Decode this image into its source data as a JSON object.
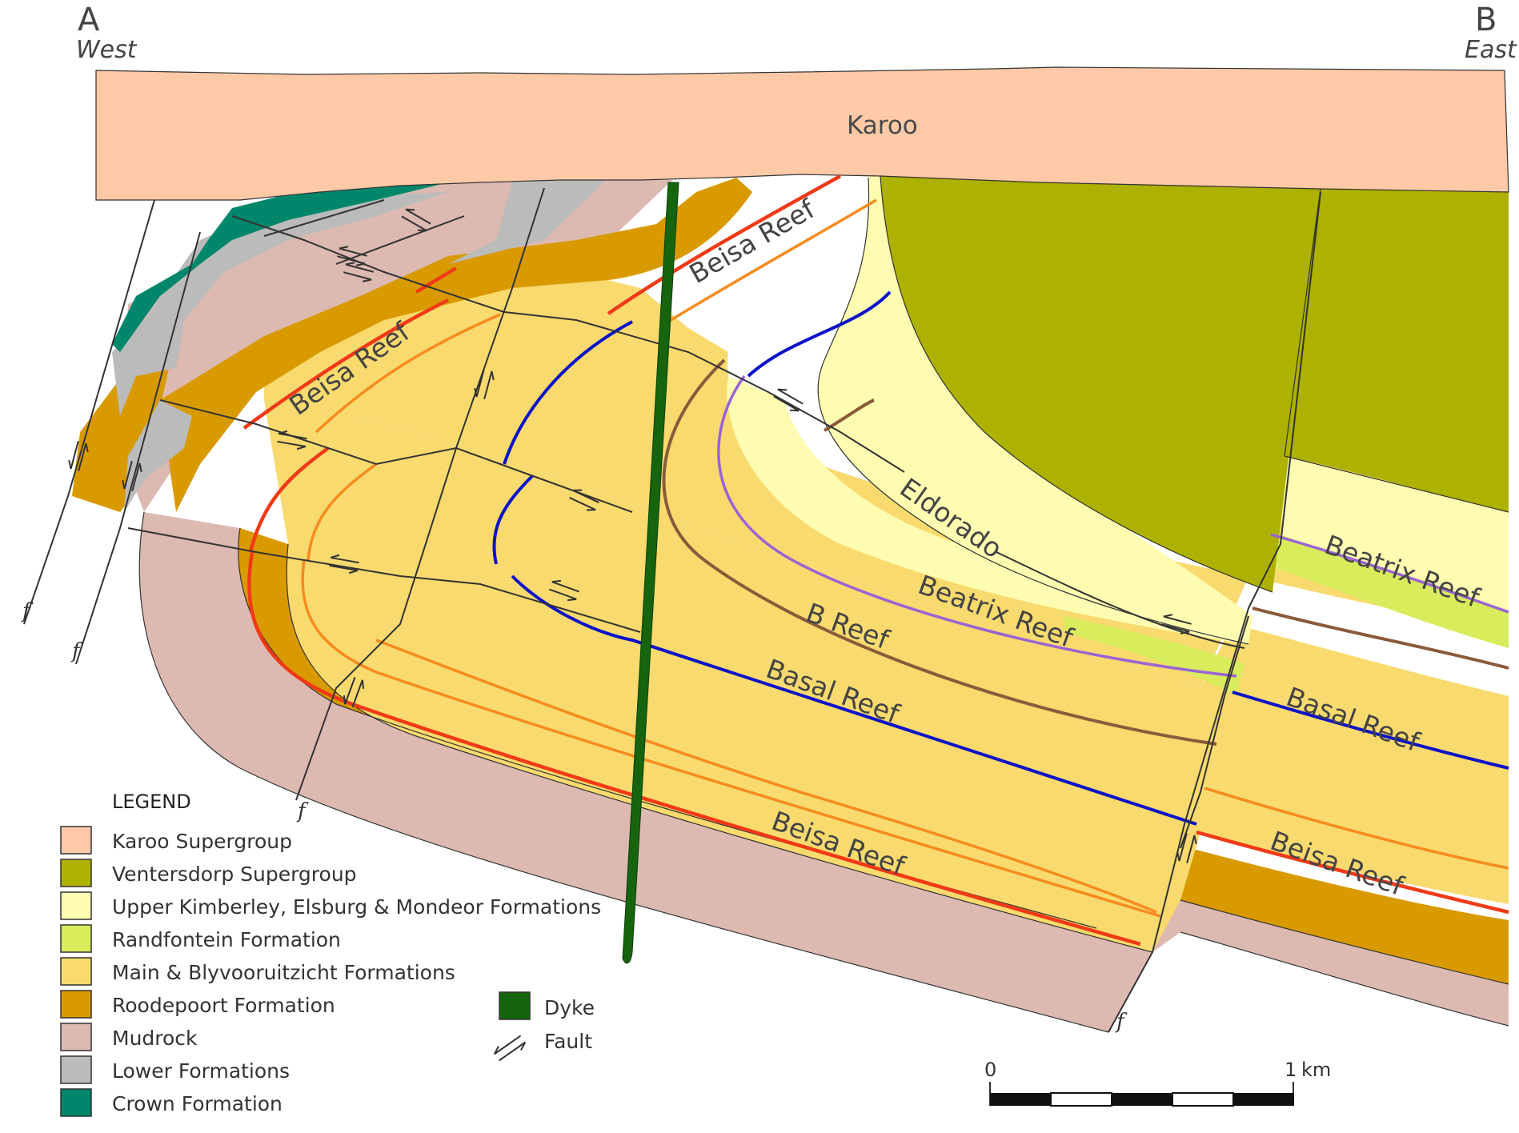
{
  "section": {
    "start_letter": "A",
    "start_direction": "West",
    "end_letter": "B",
    "end_direction": "East",
    "top_unit_label": "Karoo"
  },
  "reef_labels": {
    "beisa_upper_centre": "Beisa Reef",
    "beisa_upper_left": "Beisa Reef",
    "eldorado": "Eldorado",
    "beatrix_right": "Beatrix Reef",
    "beatrix_centre": "Beatrix Reef",
    "b_reef": "B Reef",
    "basal_centre": "Basal Reef",
    "basal_right": "Basal Reef",
    "beisa_lower_centre": "Beisa Reef",
    "beisa_lower_right": "Beisa Reef"
  },
  "fault_tag": "f",
  "legend": {
    "title": "LEGEND",
    "units": [
      {
        "label": "Karoo Supergroup",
        "color": "#fdc9a6"
      },
      {
        "label": "Ventersdorp Supergroup",
        "color": "#adb100"
      },
      {
        "label": "Upper Kimberley, Elsburg & Mondeor Formations",
        "color": "#fdfcb1"
      },
      {
        "label": "Randfontein Formation",
        "color": "#d9ec5c"
      },
      {
        "label": "Main & Blyvooruitzicht Formations",
        "color": "#f8da6e"
      },
      {
        "label": "Roodepoort Formation",
        "color": "#d99a00"
      },
      {
        "label": "Mudrock",
        "color": "#dcb9b1"
      },
      {
        "label": "Lower Formations",
        "color": "#bbbbbb"
      },
      {
        "label": "Crown Formation",
        "color": "#00876b"
      }
    ],
    "symbols": [
      {
        "label": "Dyke",
        "color": "#16650e",
        "icon": "dyke-swatch"
      },
      {
        "label": "Fault",
        "icon": "fault-arrows-icon"
      }
    ]
  },
  "scale_bar": {
    "start_label": "0",
    "end_label": "1",
    "unit": "km"
  },
  "reef_colors": {
    "beisa": "#f03a17",
    "marker_orange": "#f68b1f",
    "basal": "#0b12c8",
    "b_reef": "#8a5a3a",
    "beatrix": "#9b64d4"
  }
}
